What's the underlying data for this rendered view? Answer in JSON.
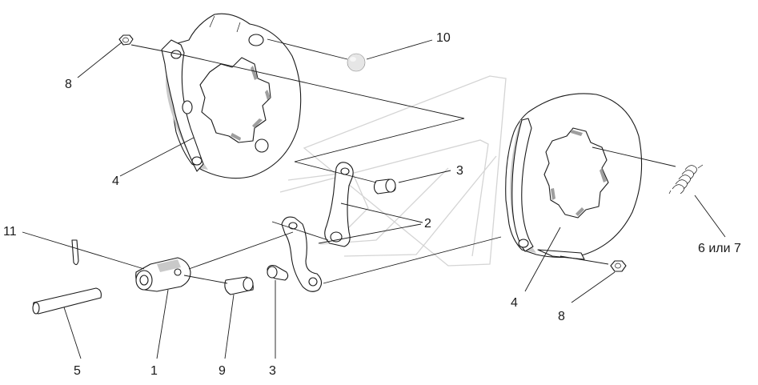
{
  "callouts": [
    {
      "id": "c10",
      "text": "10"
    },
    {
      "id": "c8a",
      "text": "8"
    },
    {
      "id": "c4a",
      "text": "4"
    },
    {
      "id": "c3a",
      "text": "3"
    },
    {
      "id": "c2",
      "text": "2"
    },
    {
      "id": "c11",
      "text": "11"
    },
    {
      "id": "c67",
      "text": "6 или 7"
    },
    {
      "id": "c4b",
      "text": "4"
    },
    {
      "id": "c8b",
      "text": "8"
    },
    {
      "id": "c5",
      "text": "5"
    },
    {
      "id": "c1",
      "text": "1"
    },
    {
      "id": "c9",
      "text": "9"
    },
    {
      "id": "c3b",
      "text": "3"
    }
  ]
}
